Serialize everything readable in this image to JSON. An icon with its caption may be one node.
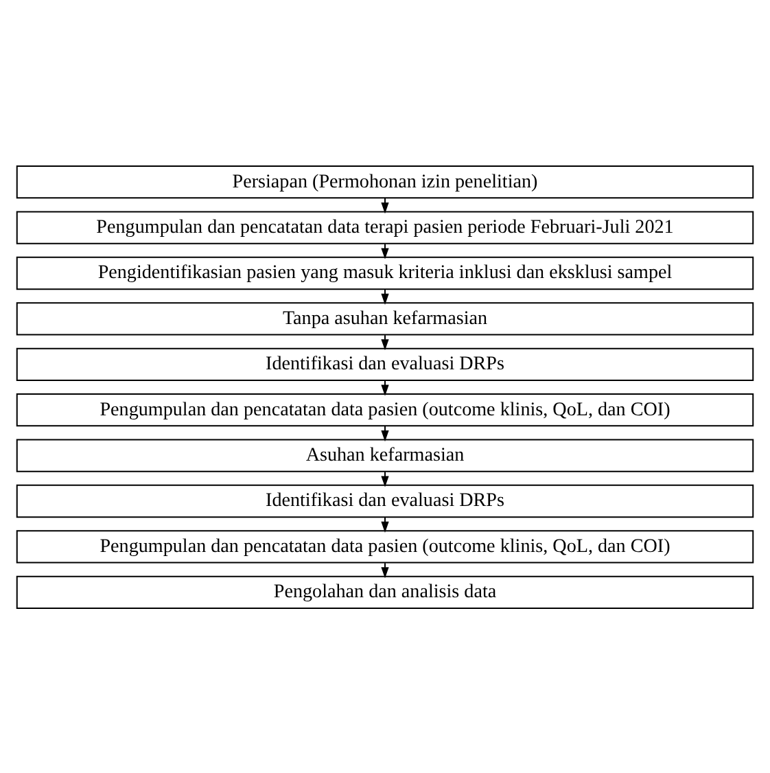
{
  "diagram": {
    "nodes": [
      {
        "text": [
          "Persiapan (Permohonan izin penelitian)"
        ]
      },
      {
        "text": [
          "Pengumpulan dan pencatatan data terapi pasien periode Februari-Juli 2021"
        ]
      },
      {
        "text": [
          "Pengidentifikasian pasien yang masuk kriteria inklusi dan eksklusi sampel"
        ]
      },
      {
        "text": [
          "Tanpa asuhan kefarmasian"
        ]
      },
      {
        "text": [
          "Identifikasi dan evaluasi DRPs"
        ]
      },
      {
        "text": [
          "Pengumpulan dan pencatatan data pasien (outcome klinis, QoL, dan COI)"
        ]
      },
      {
        "text": [
          "Asuhan kefarmasian"
        ]
      },
      {
        "text": [
          "Identifikasi dan evaluasi DRPs"
        ]
      },
      {
        "text": [
          "Pengumpulan dan pencatatan data pasien (outcome klinis, QoL, dan COI)"
        ]
      },
      {
        "text": [
          "Pengolahan dan analisis data"
        ]
      }
    ],
    "edges": [
      {
        "from": 0,
        "to": 1,
        "arrow": "to"
      },
      {
        "from": 1,
        "to": 2,
        "arrow": "to"
      },
      {
        "from": 2,
        "to": 3,
        "arrow": "to"
      },
      {
        "from": 3,
        "to": 4,
        "arrow": "to"
      },
      {
        "from": 4,
        "to": 5,
        "arrow": "to"
      },
      {
        "from": 5,
        "to": 6,
        "arrow": "to"
      },
      {
        "from": 6,
        "to": 7,
        "arrow": "to"
      },
      {
        "from": 7,
        "to": 8,
        "arrow": "to"
      },
      {
        "from": 8,
        "to": 9,
        "arrow": "to"
      }
    ]
  }
}
